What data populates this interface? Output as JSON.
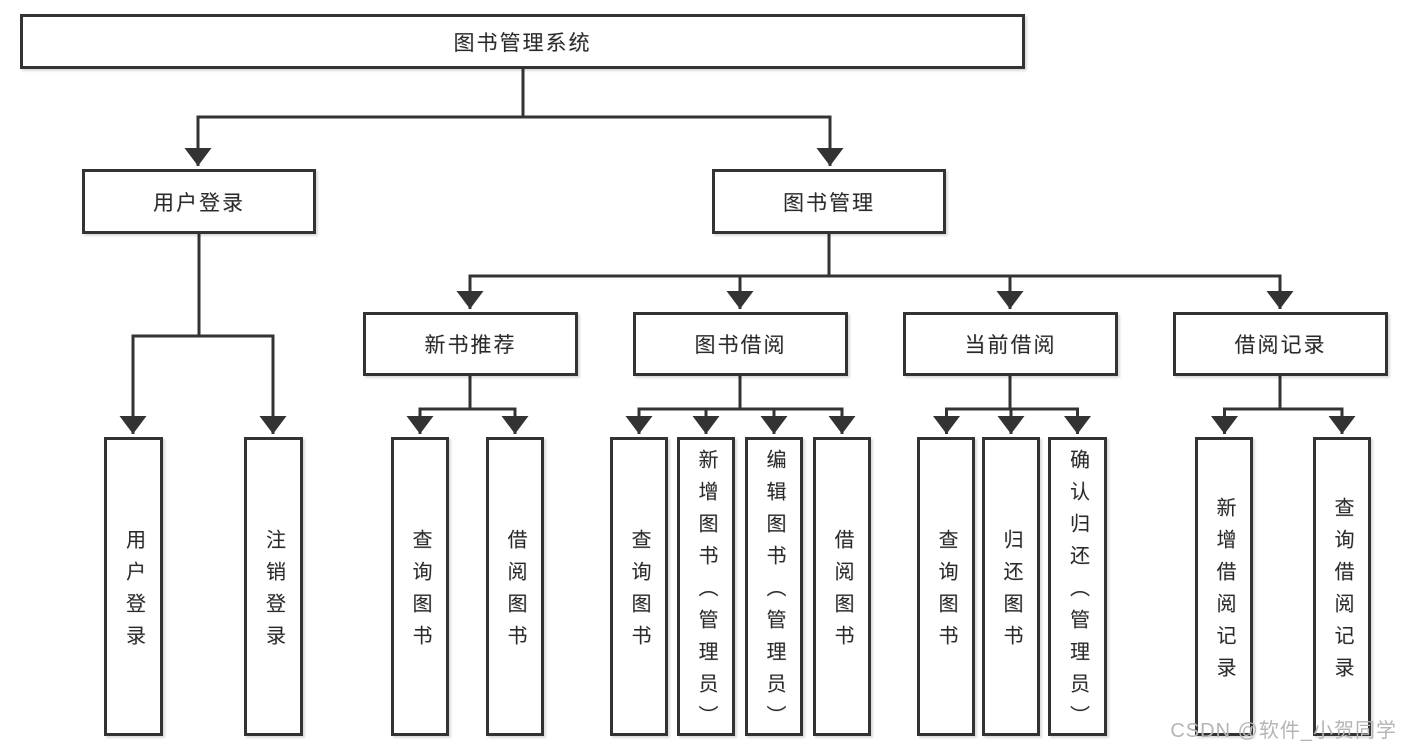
{
  "diagram": {
    "type": "tree",
    "title": "图书管理系统",
    "nodes": {
      "root": {
        "label": "图书管理系统"
      },
      "user_login": {
        "label": "用户登录"
      },
      "book_management": {
        "label": "图书管理"
      },
      "new_book_recommend": {
        "label": "新书推荐"
      },
      "book_borrowing": {
        "label": "图书借阅"
      },
      "current_borrowing": {
        "label": "当前借阅"
      },
      "borrowing_records": {
        "label": "借阅记录"
      },
      "leaf_user_login": {
        "label": "用户登录"
      },
      "leaf_logout": {
        "label": "注销登录"
      },
      "leaf_query_books_recommend": {
        "label": "查询图书"
      },
      "leaf_borrow_books_recommend": {
        "label": "借阅图书"
      },
      "leaf_query_books_borrowing": {
        "label": "查询图书"
      },
      "leaf_add_books_admin": {
        "label": "新增图书（管理员）"
      },
      "leaf_edit_books_admin": {
        "label": "编辑图书（管理员）"
      },
      "leaf_borrow_books_borrowing": {
        "label": "借阅图书"
      },
      "leaf_query_books_current": {
        "label": "查询图书"
      },
      "leaf_return_books": {
        "label": "归还图书"
      },
      "leaf_confirm_return_admin": {
        "label": "确认归还（管理员）"
      },
      "leaf_add_borrow_record": {
        "label": "新增借阅记录"
      },
      "leaf_query_borrow_record": {
        "label": "查询借阅记录"
      }
    },
    "edges": [
      [
        "root",
        "user_login"
      ],
      [
        "root",
        "book_management"
      ],
      [
        "user_login",
        "leaf_user_login"
      ],
      [
        "user_login",
        "leaf_logout"
      ],
      [
        "book_management",
        "new_book_recommend"
      ],
      [
        "book_management",
        "book_borrowing"
      ],
      [
        "book_management",
        "current_borrowing"
      ],
      [
        "book_management",
        "borrowing_records"
      ],
      [
        "new_book_recommend",
        "leaf_query_books_recommend"
      ],
      [
        "new_book_recommend",
        "leaf_borrow_books_recommend"
      ],
      [
        "book_borrowing",
        "leaf_query_books_borrowing"
      ],
      [
        "book_borrowing",
        "leaf_add_books_admin"
      ],
      [
        "book_borrowing",
        "leaf_edit_books_admin"
      ],
      [
        "book_borrowing",
        "leaf_borrow_books_borrowing"
      ],
      [
        "current_borrowing",
        "leaf_query_books_current"
      ],
      [
        "current_borrowing",
        "leaf_return_books"
      ],
      [
        "current_borrowing",
        "leaf_confirm_return_admin"
      ],
      [
        "borrowing_records",
        "leaf_add_borrow_record"
      ],
      [
        "borrowing_records",
        "leaf_query_borrow_record"
      ]
    ],
    "colors": {
      "line": "#333333",
      "box_border": "#333333",
      "box_fill": "#ffffff",
      "text": "#2a2a2a",
      "background": "#ffffff",
      "watermark": "#b5b5b5"
    }
  },
  "watermark": {
    "text": "CSDN @软件_小贺同学"
  }
}
